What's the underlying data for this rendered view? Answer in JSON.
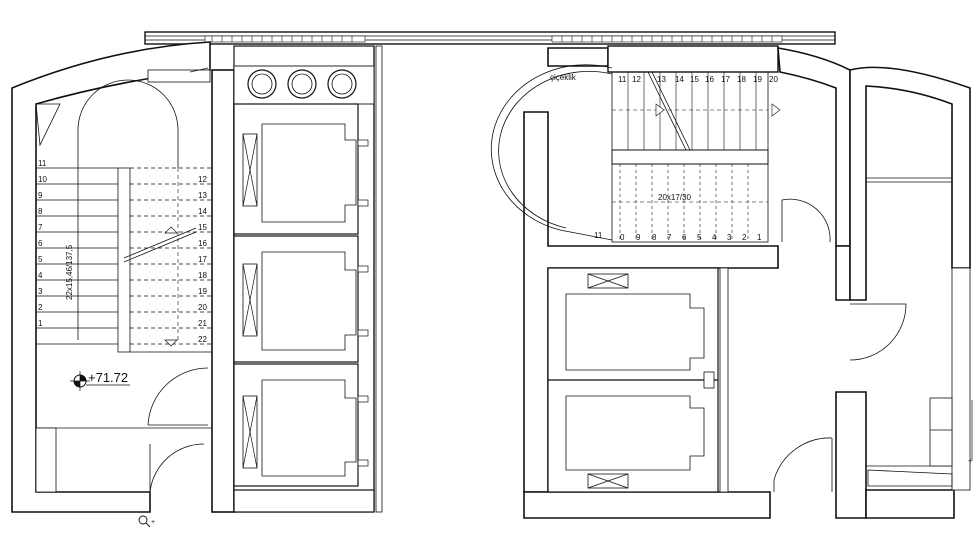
{
  "plan": {
    "elevation_label": "+71.72",
    "stair_dimension_label": "22x15,46/137,5",
    "flower_box_label": "çiçeklik",
    "right_stair_dimension_label": "20x17/30",
    "left_stair_left_steps": [
      "11",
      "10",
      "9",
      "8",
      "7",
      "6",
      "5",
      "4",
      "3",
      "2",
      "1"
    ],
    "left_stair_right_steps": [
      "12",
      "13",
      "14",
      "15",
      "16",
      "17",
      "18",
      "19",
      "20",
      "21",
      "22"
    ],
    "right_stair_top_steps": [
      "11",
      "12",
      "13",
      "14",
      "15",
      "16",
      "17",
      "18",
      "19",
      "20"
    ],
    "right_stair_bottom_steps": [
      "11",
      "0",
      "9",
      "8",
      "7",
      "6",
      "5",
      "4",
      "3",
      "2",
      "1"
    ]
  }
}
